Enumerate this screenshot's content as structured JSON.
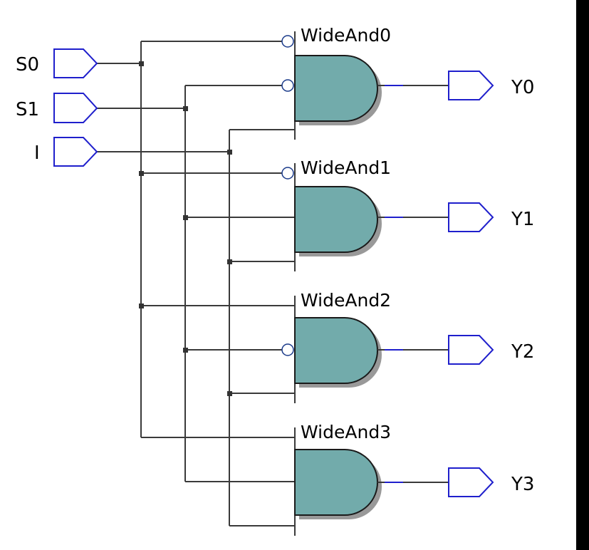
{
  "inputs": [
    {
      "id": "S0",
      "label": "S0"
    },
    {
      "id": "S1",
      "label": "S1"
    },
    {
      "id": "I",
      "label": "I"
    }
  ],
  "gates": [
    {
      "label": "WideAnd0",
      "output": "Y0",
      "inverted_inputs": [
        "S0",
        "S1"
      ]
    },
    {
      "label": "WideAnd1",
      "output": "Y1",
      "inverted_inputs": [
        "S0"
      ]
    },
    {
      "label": "WideAnd2",
      "output": "Y2",
      "inverted_inputs": [
        "S1"
      ]
    },
    {
      "label": "WideAnd3",
      "output": "Y3",
      "inverted_inputs": []
    }
  ],
  "colors": {
    "gate_fill": "#72abab",
    "pin_outline": "#1f1fcc",
    "wire": "#3a3a3a"
  }
}
